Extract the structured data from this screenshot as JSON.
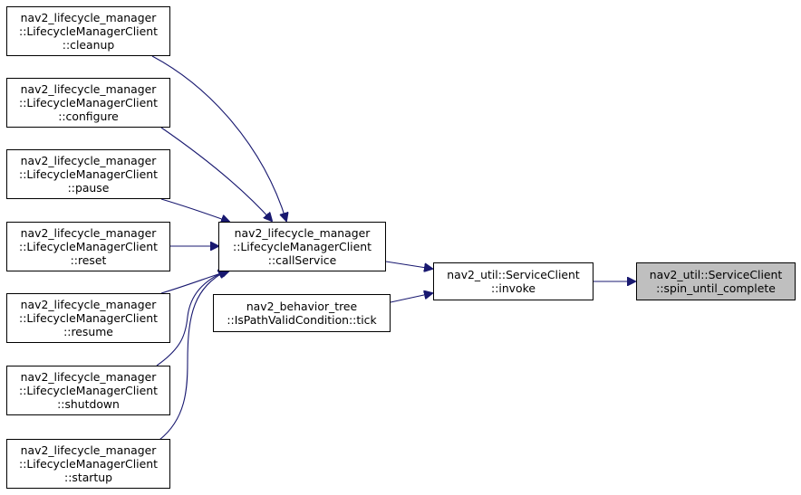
{
  "colors": {
    "edge": "#191970",
    "node_border": "#000000",
    "focus_fill": "#bfbfbf"
  },
  "nodes": {
    "cleanup": {
      "lines": [
        "nav2_lifecycle_manager",
        "::LifecycleManagerClient",
        "::cleanup"
      ]
    },
    "configure": {
      "lines": [
        "nav2_lifecycle_manager",
        "::LifecycleManagerClient",
        "::configure"
      ]
    },
    "pause": {
      "lines": [
        "nav2_lifecycle_manager",
        "::LifecycleManagerClient",
        "::pause"
      ]
    },
    "reset": {
      "lines": [
        "nav2_lifecycle_manager",
        "::LifecycleManagerClient",
        "::reset"
      ]
    },
    "resume": {
      "lines": [
        "nav2_lifecycle_manager",
        "::LifecycleManagerClient",
        "::resume"
      ]
    },
    "shutdown": {
      "lines": [
        "nav2_lifecycle_manager",
        "::LifecycleManagerClient",
        "::shutdown"
      ]
    },
    "startup": {
      "lines": [
        "nav2_lifecycle_manager",
        "::LifecycleManagerClient",
        "::startup"
      ]
    },
    "callService": {
      "lines": [
        "nav2_lifecycle_manager",
        "::LifecycleManagerClient",
        "::callService"
      ]
    },
    "isPathValid": {
      "lines": [
        "nav2_behavior_tree",
        "::IsPathValidCondition::tick"
      ]
    },
    "invoke": {
      "lines": [
        "nav2_util::ServiceClient",
        "::invoke"
      ]
    },
    "spinUntil": {
      "lines": [
        "nav2_util::ServiceClient",
        "::spin_until_complete"
      ]
    }
  }
}
